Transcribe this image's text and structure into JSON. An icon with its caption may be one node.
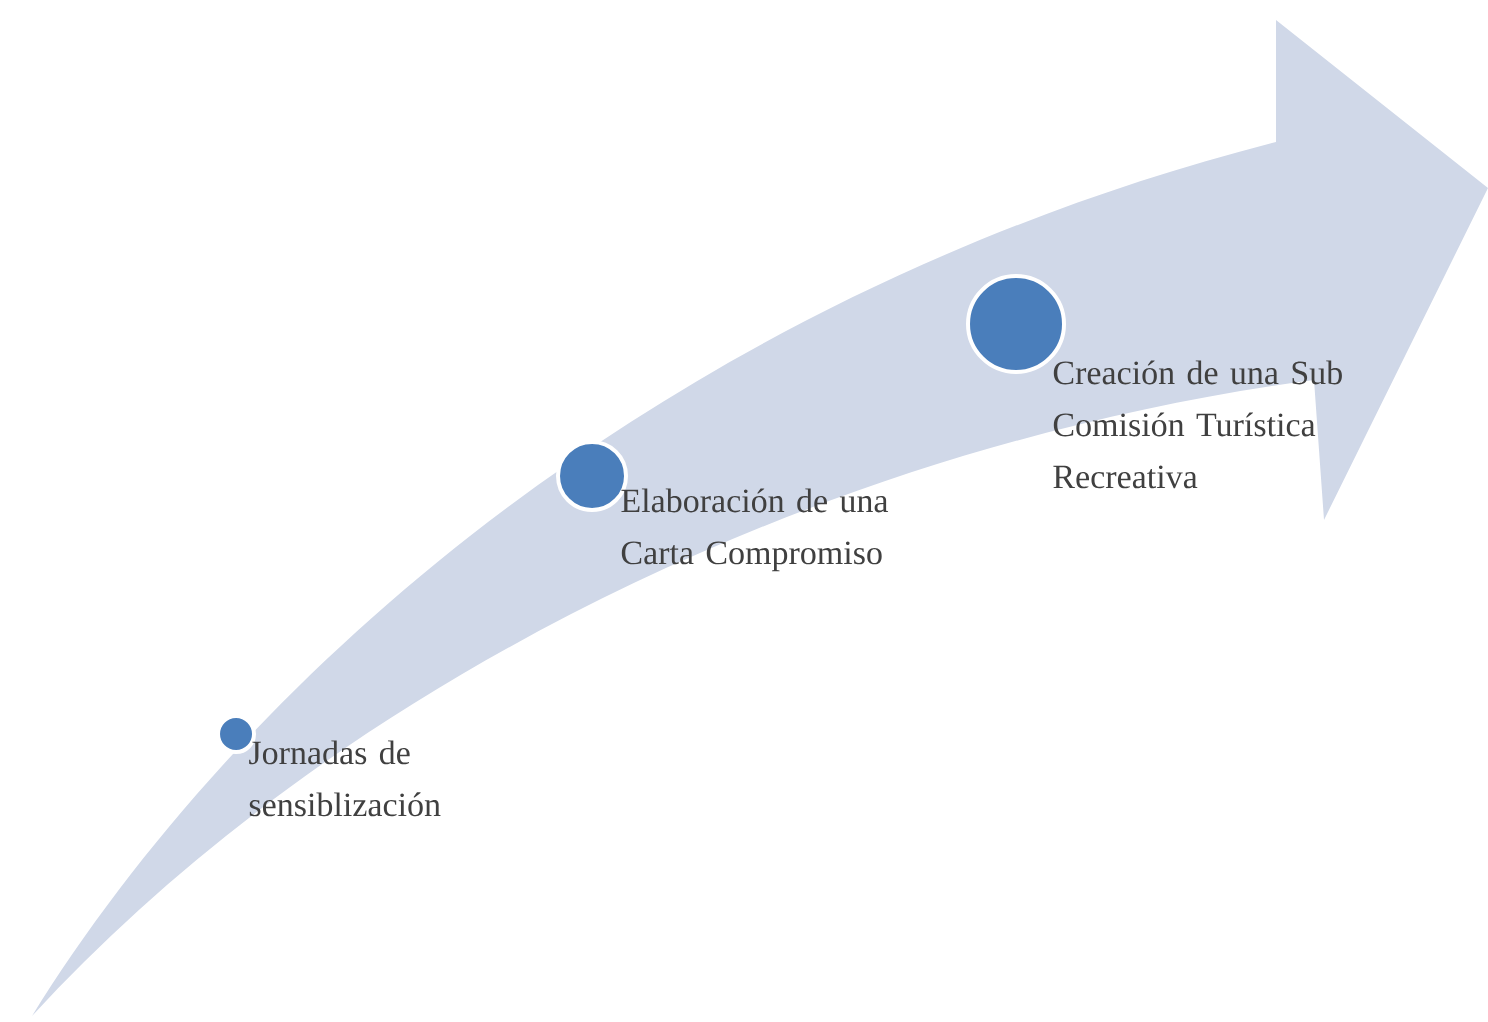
{
  "diagram": {
    "nodes": [
      {
        "text": [],
        "shape": "circle",
        "beside": [
          "Jornadas de sensiblización"
        ]
      },
      {
        "text": [],
        "shape": "circle",
        "beside": [
          "Elaboración de una Carta Compromiso"
        ]
      },
      {
        "text": [],
        "shape": "circle",
        "beside": [
          "Creación de una Sub Comisión Turística Recreativa"
        ]
      }
    ]
  }
}
